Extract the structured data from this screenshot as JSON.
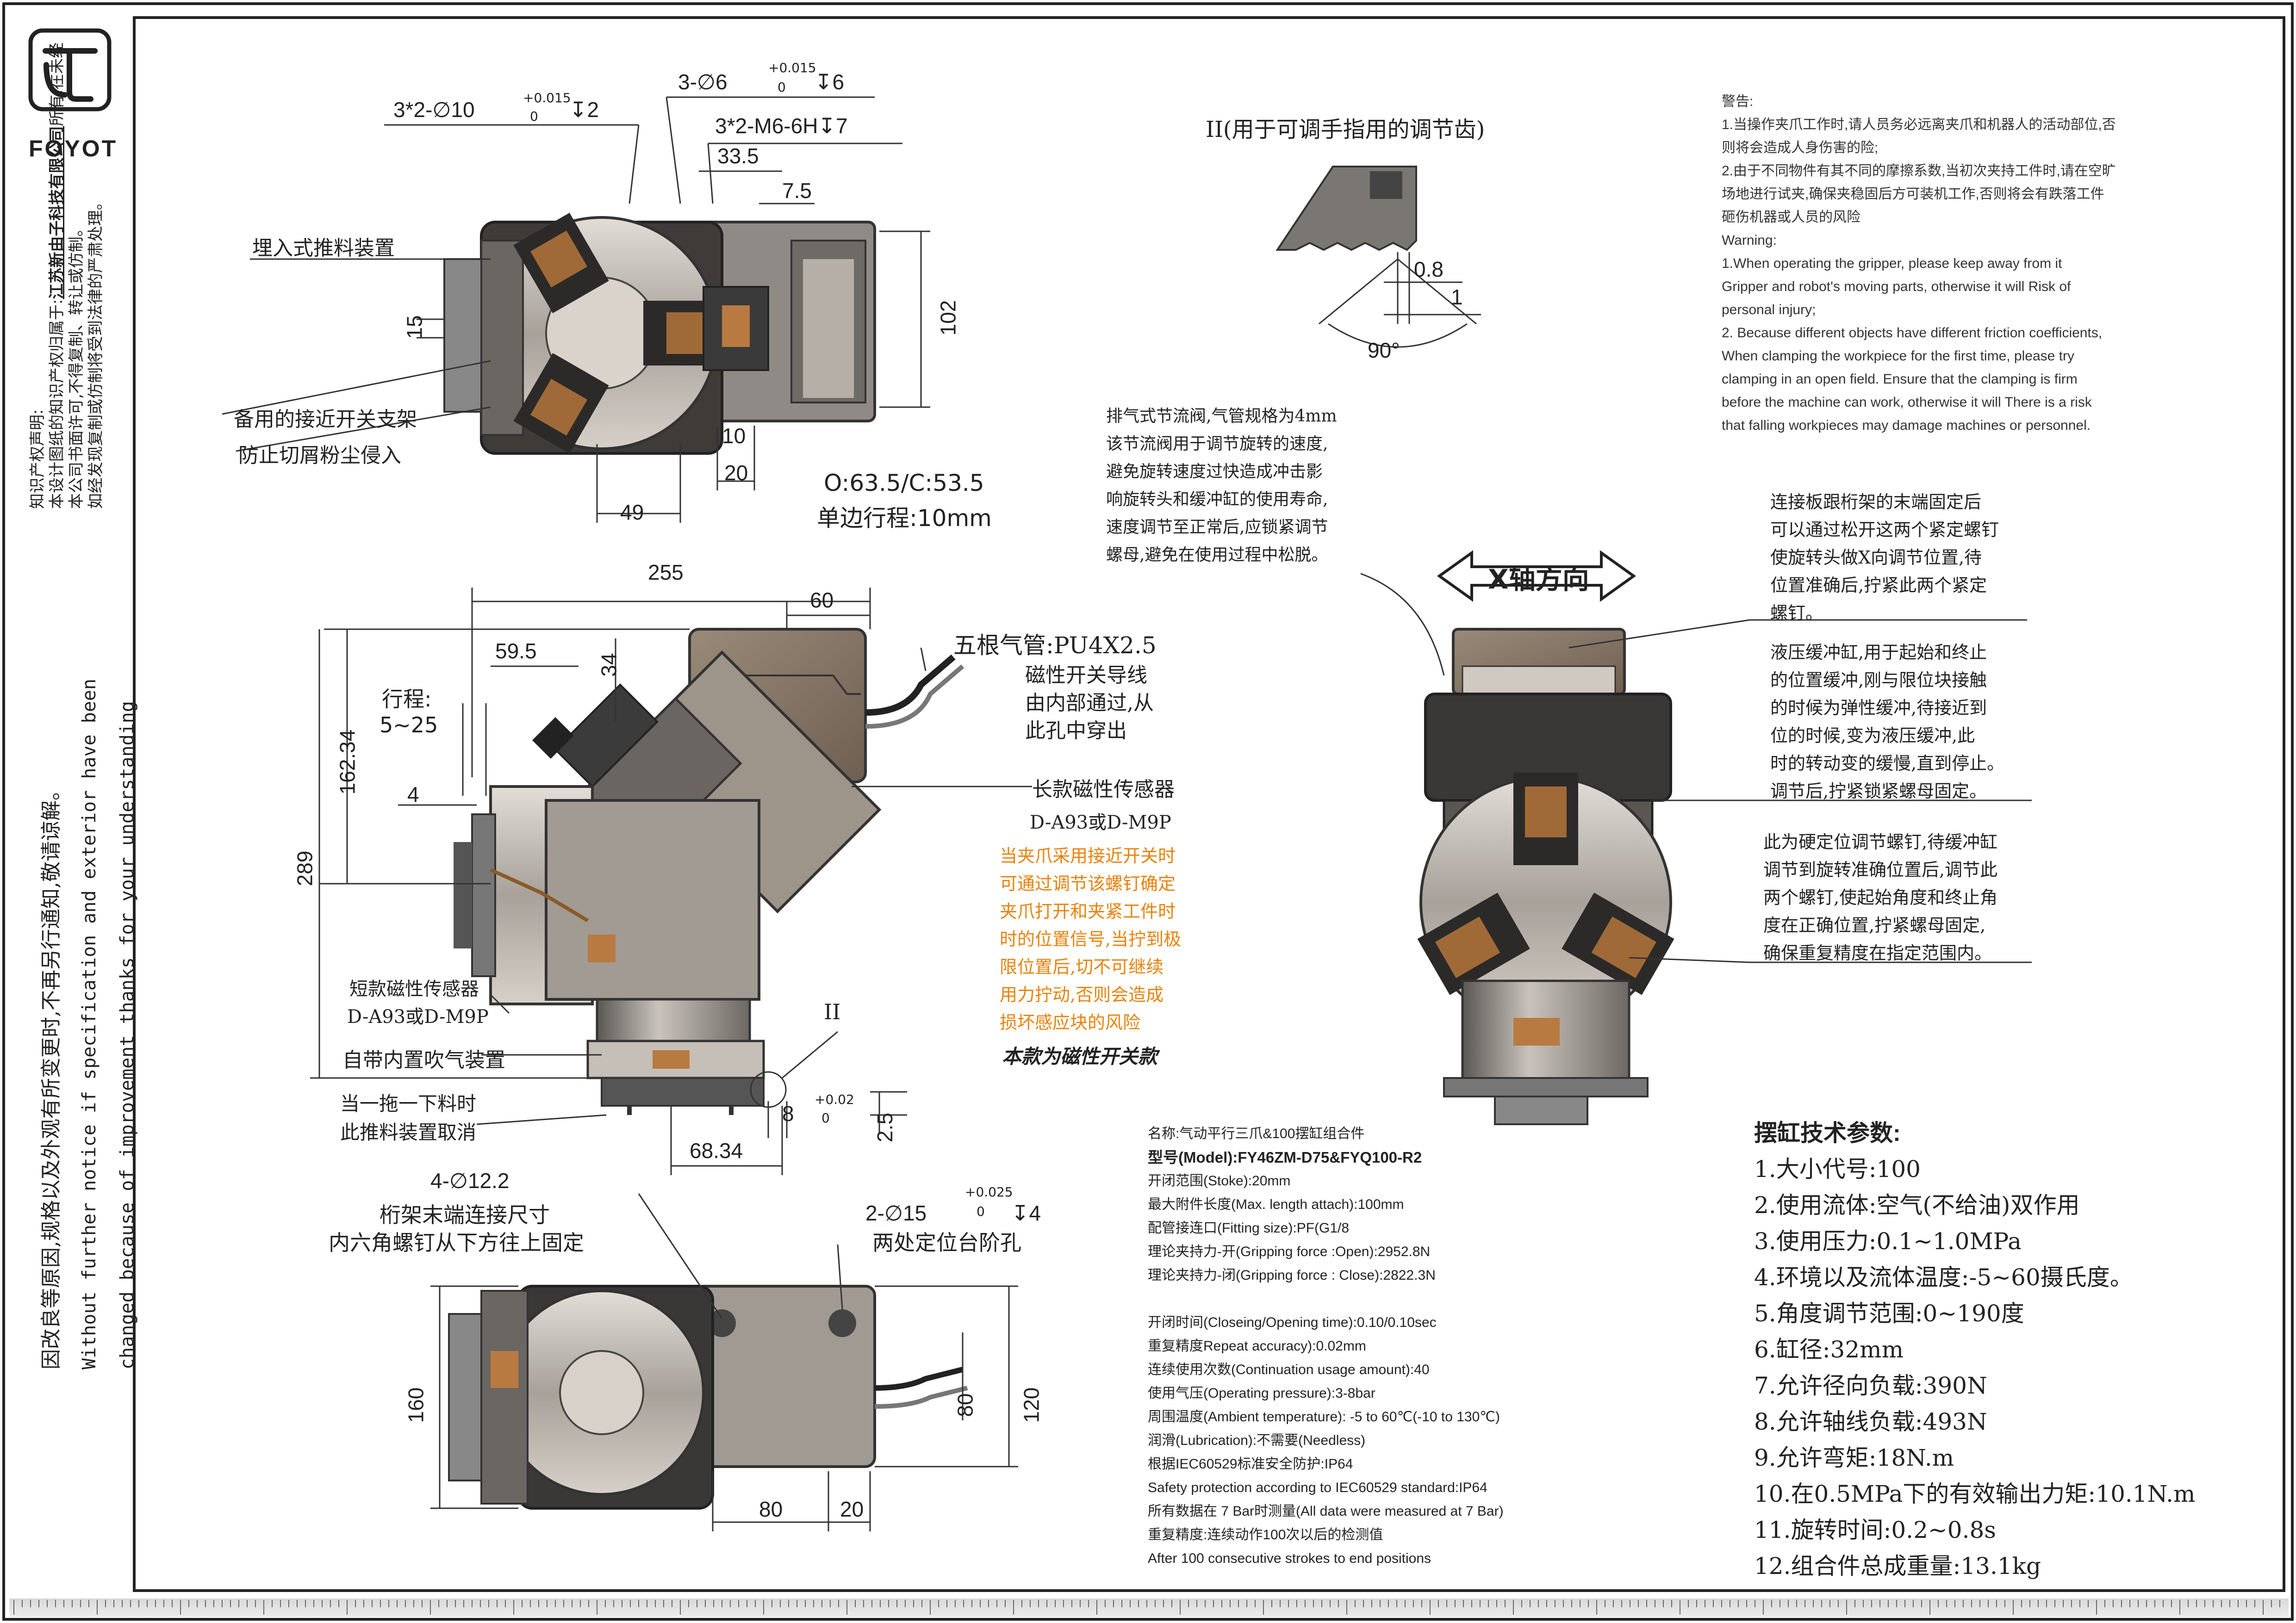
{
  "brand": {
    "name": "FOYOT"
  },
  "copyright": {
    "line1": "知识产权声明:",
    "line2": "本设计图纸的知识产权归属于:",
    "company": "江苏新由子科技有限公司",
    "line3": "所有,在未经",
    "line4": "本公司书面许可,不得复制、转让或仿制。",
    "line5": "如经发现复制或仿制将受到法律的严肃处理。"
  },
  "side_notice": {
    "cn": "因改良等原因,规格以及外观有所变更时,不再另行通知,敬请谅解。",
    "en1": "Without further notice if specification and exterior have been",
    "en2": "changed because of improvement thanks for your understanding"
  },
  "top_view": {
    "dim_hole1": "3*2-∅10",
    "dim_hole1_tol_upper": "+0.015",
    "dim_hole1_tol_lower": "0",
    "dim_hole1_depth": "↧2",
    "dim_hole2": "3-∅6",
    "dim_hole2_tol_upper": "+0.015",
    "dim_hole2_tol_lower": "0",
    "dim_hole2_depth": "↧6",
    "dim_thread": "3*2-M6-6H↧7",
    "d_33_5": "33.5",
    "d_7_5": "7.5",
    "d_102": "102",
    "d_15": "15",
    "d_10": "10",
    "d_20": "20",
    "d_49": "49",
    "stroke": "O:63.5/C:53.5",
    "stroke2": "单边行程:10mm",
    "label_embedded": "埋入式推料装置",
    "label_spare": "备用的接近开关支架",
    "label_dust": "防止切屑粉尘侵入"
  },
  "detail_II": {
    "title": "II(用于可调手指用的调节齿)",
    "d_0_8": "0.8",
    "d_1": "1",
    "angle": "90°"
  },
  "warning": {
    "title": "警告:",
    "cn1": "1.当操作夹爪工作时,请人员务必远离夹爪和机器人的活动部位,否",
    "cn1b": "则将会造成人身伤害的险;",
    "cn2": "2.由于不同物件有其不同的摩擦系数,当初次夹持工件时,请在空旷",
    "cn2b": "场地进行试夹,确保夹稳固后方可装机工作,否则将会有跌落工件",
    "cn2c": "砸伤机器或人员的风险",
    "en_title": "Warning:",
    "en1": "1.When operating the gripper, please keep away from it",
    "en1b": "Gripper and robot's moving parts, otherwise it will Risk of",
    "en1c": "personal injury;",
    "en2": "2. Because different objects have different friction coefficients,",
    "en2b": "When clamping the workpiece for the first time, please try",
    "en2c": "clamping in an open field. Ensure that the clamping is firm",
    "en2d": "before the machine can work, otherwise it will There is a risk",
    "en2e": "that falling workpieces may damage machines or personnel."
  },
  "exhaust_note": {
    "l1": "排气式节流阀,气管规格为4mm",
    "l2": "该节流阀用于调节旋转的速度,",
    "l3": "避免旋转速度过快造成冲击影",
    "l4": "响旋转头和缓冲缸的使用寿命,",
    "l5": "速度调节至正常后,应锁紧调节",
    "l6": "螺母,避免在使用过程中松脱。"
  },
  "side_view": {
    "d_255": "255",
    "d_60": "60",
    "d_59_5": "59.5",
    "d_34": "34",
    "d_162_34": "162.34",
    "d_289": "289",
    "d_4": "4",
    "stroke_label": "行程:",
    "stroke_val": "5~25",
    "d_8": "8",
    "d_2_5": "2.5",
    "d_68_34": "68.34",
    "tol_upper": "+0.02",
    "tol_lower": "0",
    "tube": "五根气管:PU4X2.5",
    "wire1": "磁性开关导线",
    "wire2": "由内部通过,从",
    "wire3": "此孔中穿出",
    "long_sensor": "长款磁性传感器",
    "long_sensor_model": "D-A93或D-M9P",
    "short_sensor": "短款磁性传感器",
    "short_sensor_model": "D-A93或D-M9P",
    "blow": "自带内置吹气装置",
    "push1": "当一拖一下料时",
    "push2": "此推料装置取消",
    "section": "II",
    "orange1": "当夹爪采用接近开关时",
    "orange2": "可通过调节该螺钉确定",
    "orange3": "夹爪打开和夹紧工件时",
    "orange4": "时的位置信号,当拧到极",
    "orange5": "限位置后,切不可继续",
    "orange6": "用力拧动,否则会造成",
    "orange7": "损坏感应块的风险",
    "magnetic_model": "本款为磁性开关款"
  },
  "right_view": {
    "x_axis": "X轴方向",
    "n1_1": "连接板跟桁架的末端固定后",
    "n1_2": "可以通过松开这两个紧定螺钉",
    "n1_3": "使旋转头做X向调节位置,待",
    "n1_4": "位置准确后,拧紧此两个紧定",
    "n1_5": "螺钉。",
    "n2_1": "液压缓冲缸,用于起始和终止",
    "n2_2": "的位置缓冲,刚与限位块接触",
    "n2_3": "的时候为弹性缓冲,待接近到",
    "n2_4": "位的时候,变为液压缓冲,此",
    "n2_5": "时的转动变的缓慢,直到停止。",
    "n2_6": "调节后,拧紧锁紧螺母固定。",
    "n3_1": "此为硬定位调节螺钉,待缓冲缸",
    "n3_2": "调节到旋转准确位置后,调节此",
    "n3_3": "两个螺钉,使起始角度和终止角",
    "n3_4": "度在正确位置,拧紧螺母固定,",
    "n3_5": "确保重复精度在指定范围内。"
  },
  "bottom_view": {
    "holes": "4-∅12.2",
    "holes_l2": "桁架末端连接尺寸",
    "holes_l3": "内六角螺钉从下方往上固定",
    "pin": "2-∅15",
    "pin_tol_upper": "+0.025",
    "pin_tol_lower": "0",
    "pin_depth": "↧4",
    "pin_l2": "两处定位台阶孔",
    "d_160": "160",
    "d_80v": "80",
    "d_120": "120",
    "d_80": "80",
    "d_20": "20"
  },
  "specs": {
    "name": "名称:气动平行三爪&100摆缸组合件",
    "model": "型号(Model):FY46ZM-D75&FYQ100-R2",
    "rows": [
      "开闭范围(Stoke):20mm",
      "最大附件长度(Max. length attach):100mm",
      "配管接连口(Fitting size):PF(G1/8",
      "理论夹持力-开(Gripping force :Open):2952.8N",
      "理论夹持力-闭(Gripping force : Close):2822.3N",
      "",
      "开闭时间(Closeing/Opening time):0.10/0.10sec",
      "重复精度Repeat accuracy):0.02mm",
      "连续使用次数(Continuation usage amount):40",
      "使用气压(Operating pressure):3-8bar",
      "周围温度(Ambient temperature): -5 to 60℃(-10 to 130℃)",
      "润滑(Lubrication):不需要(Needless)",
      "根据IEC60529标准安全防护:IP64",
      "Safety protection according to IEC60529 standard:IP64",
      "所有数据在 7 Bar时测量(All data were measured at 7 Bar)",
      "重复精度:连续动作100次以后的检测值",
      "After 100 consecutive strokes to end positions"
    ]
  },
  "cylinder": {
    "title": "摆缸技术参数:",
    "items": [
      "1.大小代号:100",
      "2.使用流体:空气(不给油)双作用",
      "3.使用压力:0.1~1.0MPa",
      "4.环境以及流体温度:-5~60摄氏度。",
      "5.角度调节范围:0~190度",
      "6.缸径:32mm",
      "7.允许径向负载:390N",
      "8.允许轴线负载:493N",
      "9.允许弯矩:18N.m",
      "10.在0.5MPa下的有效输出力矩:10.1N.m",
      "11.旋转时间:0.2~0.8s",
      "12.组合件总成重量:13.1kg"
    ]
  },
  "colors": {
    "metal_dark": "#3b3b3b",
    "metal_mid": "#8a8580",
    "metal_light": "#c9c3bc",
    "orange": "#e8820c",
    "brown": "#8a6a50",
    "line": "#333333"
  }
}
